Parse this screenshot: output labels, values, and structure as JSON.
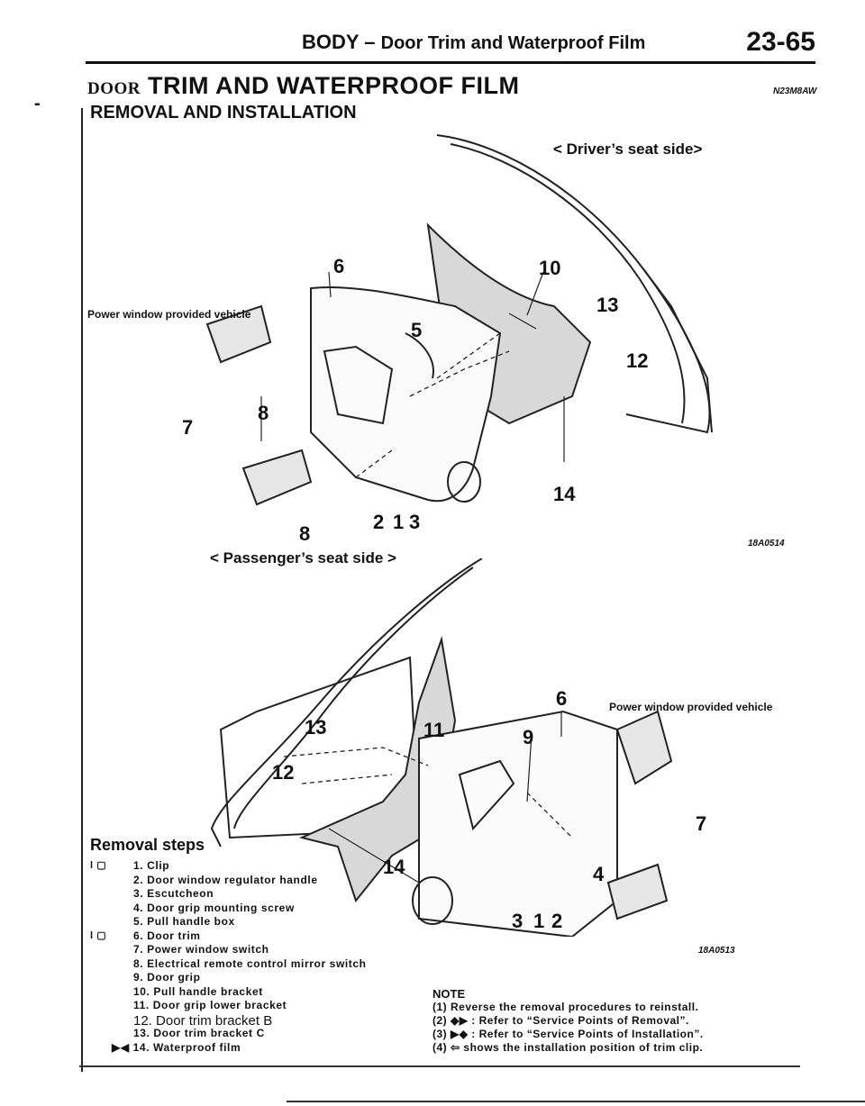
{
  "header": {
    "running_title": "BODY –",
    "running_sub": "Door Trim and Waterproof Film",
    "page_number": "23-65"
  },
  "title": {
    "small": "DOOR",
    "main": "TRIM AND WATERPROOF FILM"
  },
  "doc_code": "N23M8AW",
  "subtitle": "REMOVAL AND INSTALLATION",
  "fig_driver": {
    "view_label": "< Driver’s seat side>",
    "power_label": "Power window provided vehicle",
    "callouts": [
      "6",
      "10",
      "13",
      "5",
      "12",
      "8",
      "7",
      "14",
      "2",
      "1",
      "3",
      "8"
    ],
    "code": "18A0514"
  },
  "fig_passenger": {
    "view_label": "< Passenger’s seat side >",
    "power_label": "Power window provided vehicle",
    "callouts": [
      "6",
      "13",
      "11",
      "9",
      "12",
      "14",
      "4",
      "7",
      "3",
      "1",
      "2"
    ],
    "code": "18A0513"
  },
  "removal": {
    "title": "Removal steps",
    "steps": [
      {
        "mark": "l ▢",
        "text": "1. Clip"
      },
      {
        "mark": "",
        "text": "2. Door window regulator handle"
      },
      {
        "mark": "",
        "text": "3. Escutcheon"
      },
      {
        "mark": "",
        "text": "4. Door grip mounting screw"
      },
      {
        "mark": "",
        "text": "5. Pull handle box"
      },
      {
        "mark": "l ▢",
        "text": "6. Door trim"
      },
      {
        "mark": "",
        "text": "7. Power window switch"
      },
      {
        "mark": "",
        "text": "8. Electrical remote control mirror switch"
      },
      {
        "mark": "",
        "text": "9. Door grip"
      },
      {
        "mark": "",
        "text": "10. Pull handle bracket"
      },
      {
        "mark": "",
        "text": "11. Door grip lower bracket"
      },
      {
        "mark": "",
        "text": "12. Door trim bracket B"
      },
      {
        "mark": "",
        "text": "13. Door trim bracket C"
      },
      {
        "mark": "",
        "text": "▶◀ 14. Waterproof film"
      }
    ]
  },
  "note": {
    "title": "NOTE",
    "lines": [
      "(1) Reverse the removal procedures to reinstall.",
      "(2) ◆▶ : Refer to “Service Points of Removal”.",
      "(3) ▶◆ : Refer to “Service Points of Installation”.",
      "(4) ⇦ shows the installation position of trim clip."
    ]
  }
}
